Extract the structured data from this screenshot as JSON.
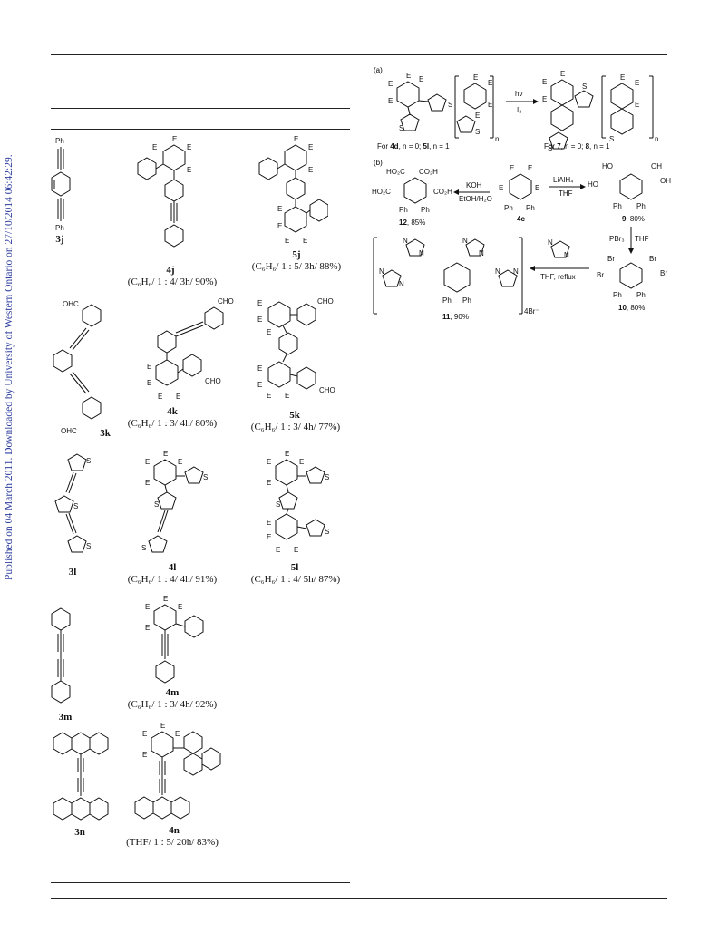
{
  "sidebar": {
    "text": "Published on 04 March 2011. Downloaded by University of Western Ontario on 27/10/2014 06:42:29."
  },
  "table": {
    "rows": [
      {
        "reactant": "3j",
        "p4": "4j",
        "p4_cond": "(C₆H₆/ 1 : 4/ 3h/ 90%)",
        "p5": "5j",
        "p5_cond": "(C₆H₆/ 1 : 5/ 3h/ 88%)"
      },
      {
        "reactant": "3k",
        "p4": "4k",
        "p4_cond": "(C₆H₆/ 1 : 3/ 4h/ 80%)",
        "p5": "5k",
        "p5_cond": "(C₆H₆/ 1 : 3/ 4h/ 77%)"
      },
      {
        "reactant": "3l",
        "p4": "4l",
        "p4_cond": "(C₆H₆/ 1 : 4/ 4h/ 91%)",
        "p5": "5l",
        "p5_cond": "(C₆H₆/ 1 : 4/ 5h/ 87%)"
      },
      {
        "reactant": "3m",
        "p4": "4m",
        "p4_cond": "(C₆H₆/ 1 : 3/ 4h/ 92%)"
      },
      {
        "reactant": "3n",
        "p4": "4n",
        "p4_cond": "(THF/ 1 : 5/ 20h/ 83%)"
      }
    ]
  },
  "scheme": {
    "a_label": "(a)",
    "a_left_caption_pre": "For ",
    "a_left_caption_b1": "4d",
    "a_left_caption_mid": ", n = 0; ",
    "a_left_caption_b2": "5l",
    "a_left_caption_post": ",  n = 1",
    "a_right_caption_pre": "For ",
    "a_right_caption_b1": "7",
    "a_right_caption_mid": ", n = 0;  ",
    "a_right_caption_b2": "8",
    "a_right_caption_post": ", n = 1",
    "hv": "hν",
    "i2": "I₂",
    "n": "n",
    "b_label": "(b)",
    "koh": "KOH",
    "etoh": "EtOH/H₂O",
    "lialh4": "LiAlH₄",
    "thf": "THF",
    "pbr3": "PBr₃",
    "pbr3_thf": "THF",
    "thf_reflux": "THF, reflux",
    "c12": "12",
    "c12_yield": ", 85%",
    "c4c": "4c",
    "c9": "9",
    "c9_yield": ", 80%",
    "c10": "10",
    "c10_yield": ", 80%",
    "c11": "11",
    "c11_yield": ", 90%",
    "br4": "4Br⁻"
  },
  "atoms": {
    "E": "E",
    "Ph": "Ph",
    "CHO": "CHO",
    "OHC": "OHC",
    "S": "S",
    "N": "N",
    "CO2H": "CO₂H",
    "HO2C": "HO₂C",
    "HO": "HO",
    "OH": "OH",
    "Br": "Br"
  }
}
